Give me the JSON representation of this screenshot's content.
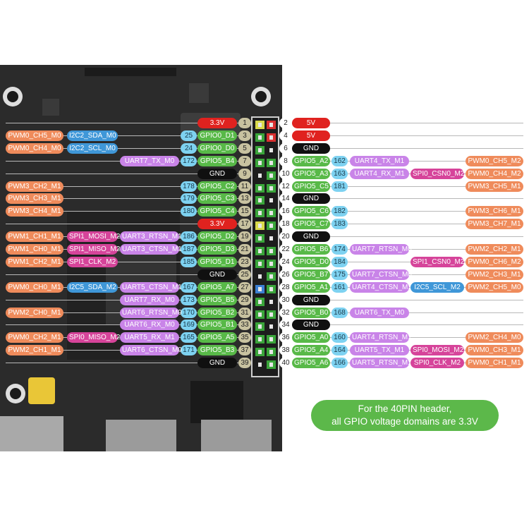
{
  "note": {
    "line1": "For the 40PIN header,",
    "line2": "all GPIO voltage domains are 3.3V"
  },
  "colors": {
    "pwm": "#ef8b5b",
    "i2c": "#3f97d8",
    "uart": "#c984e8",
    "spi": "#d6449a",
    "gpio_number": "#7ed2f1",
    "gpio": "#58b948",
    "gnd": "#101010",
    "power": "#e0221f",
    "note_bg": "#5cb84a"
  },
  "left_pins": [
    {
      "pin": "1",
      "name": "3.3V",
      "kind": "power3",
      "num": "",
      "funcs": []
    },
    {
      "pin": "3",
      "name": "GPIO0_D1",
      "kind": "gpio",
      "num": "25",
      "funcs": [
        {
          "t": "PWM0_CH5_M0",
          "k": "pwm"
        },
        {
          "t": "I2C2_SDA_M0",
          "k": "i2c"
        }
      ]
    },
    {
      "pin": "5",
      "name": "GPIO0_D0",
      "kind": "gpio",
      "num": "24",
      "funcs": [
        {
          "t": "PWM0_CH4_M0",
          "k": "pwm"
        },
        {
          "t": "I2C2_SCL_M0",
          "k": "i2c"
        }
      ]
    },
    {
      "pin": "7",
      "name": "GPIO5_B4",
      "kind": "gpio",
      "num": "172",
      "funcs": [
        {
          "t": "UART7_TX_M0",
          "k": "uart"
        }
      ]
    },
    {
      "pin": "9",
      "name": "GND",
      "kind": "gnd",
      "num": "",
      "funcs": []
    },
    {
      "pin": "11",
      "name": "GPIO5_C2",
      "kind": "gpio",
      "num": "178",
      "funcs": [
        {
          "t": "PWM3_CH2_M1",
          "k": "pwm"
        }
      ]
    },
    {
      "pin": "13",
      "name": "GPIO5_C3",
      "kind": "gpio",
      "num": "179",
      "funcs": [
        {
          "t": "PWM3_CH3_M1",
          "k": "pwm"
        }
      ]
    },
    {
      "pin": "15",
      "name": "GPIO5_C4",
      "kind": "gpio",
      "num": "180",
      "funcs": [
        {
          "t": "PWM3_CH4_M1",
          "k": "pwm"
        }
      ]
    },
    {
      "pin": "17",
      "name": "3.3V",
      "kind": "power3",
      "num": "",
      "funcs": []
    },
    {
      "pin": "19",
      "name": "GPIO5_D2",
      "kind": "gpio",
      "num": "186",
      "funcs": [
        {
          "t": "PWM1_CH1_M1",
          "k": "pwm"
        },
        {
          "t": "SPI1_MOSI_M2",
          "k": "spi"
        },
        {
          "t": "UART3_RTSN_M1",
          "k": "uart"
        }
      ]
    },
    {
      "pin": "21",
      "name": "GPIO5_D3",
      "kind": "gpio",
      "num": "187",
      "funcs": [
        {
          "t": "PWM1_CH0_M1",
          "k": "pwm"
        },
        {
          "t": "SPI1_MISO_M2",
          "k": "spi"
        },
        {
          "t": "UART3_CTSN_M1",
          "k": "uart"
        }
      ]
    },
    {
      "pin": "23",
      "name": "GPIO5_D1",
      "kind": "gpio",
      "num": "185",
      "funcs": [
        {
          "t": "PWM1_CH2_M1",
          "k": "pwm"
        },
        {
          "t": "SPI1_CLK_M2",
          "k": "spi"
        }
      ]
    },
    {
      "pin": "25",
      "name": "GND",
      "kind": "gnd",
      "num": "",
      "funcs": []
    },
    {
      "pin": "27",
      "name": "GPIO5_A7",
      "kind": "gpio",
      "num": "167",
      "funcs": [
        {
          "t": "PWM0_CH0_M1",
          "k": "pwm"
        },
        {
          "t": "I2C5_SDA_M2",
          "k": "i2c"
        },
        {
          "t": "UART5_CTSN_M1",
          "k": "uart"
        }
      ]
    },
    {
      "pin": "29",
      "name": "GPIO5_B5",
      "kind": "gpio",
      "num": "173",
      "funcs": [
        {
          "t": "UART7_RX_M0",
          "k": "uart"
        }
      ]
    },
    {
      "pin": "31",
      "name": "GPIO5_B2",
      "kind": "gpio",
      "num": "170",
      "funcs": [
        {
          "t": "PWM2_CH0_M1",
          "k": "pwm"
        },
        {
          "t": "UART6_RTSN_M0",
          "k": "uart"
        }
      ]
    },
    {
      "pin": "33",
      "name": "GPIO5_B1",
      "kind": "gpio",
      "num": "169",
      "funcs": [
        {
          "t": "UART6_RX_M0",
          "k": "uart"
        }
      ]
    },
    {
      "pin": "35",
      "name": "GPIO5_A5",
      "kind": "gpio",
      "num": "165",
      "funcs": [
        {
          "t": "PWM0_CH2_M1",
          "k": "pwm"
        },
        {
          "t": "SPI0_MISO_M2",
          "k": "spi"
        },
        {
          "t": "UART5_RX_M1",
          "k": "uart"
        }
      ]
    },
    {
      "pin": "37",
      "name": "GPIO5_B3",
      "kind": "gpio",
      "num": "171",
      "funcs": [
        {
          "t": "PWM2_CH1_M1",
          "k": "pwm"
        },
        {
          "t": "UART6_CTSN_M0",
          "k": "uart"
        }
      ]
    },
    {
      "pin": "39",
      "name": "GND",
      "kind": "gnd",
      "num": "",
      "funcs": []
    }
  ],
  "right_pins": [
    {
      "pin": "2",
      "name": "5V",
      "kind": "power5",
      "num": "",
      "funcs": []
    },
    {
      "pin": "4",
      "name": "5V",
      "kind": "power5",
      "num": "",
      "funcs": []
    },
    {
      "pin": "6",
      "name": "GND",
      "kind": "gnd",
      "num": "",
      "funcs": []
    },
    {
      "pin": "8",
      "name": "GPIO5_A2",
      "kind": "gpio",
      "num": "162",
      "funcs": [
        {
          "t": "UART4_TX_M1",
          "k": "uart"
        },
        {
          "t": "PWM0_CH5_M2",
          "k": "pwm"
        }
      ]
    },
    {
      "pin": "10",
      "name": "GPIO5_A3",
      "kind": "gpio",
      "num": "163",
      "funcs": [
        {
          "t": "UART4_RX_M1",
          "k": "uart"
        },
        {
          "t": "SPI0_CSN0_M2",
          "k": "spi"
        },
        {
          "t": "PWM0_CH4_M2",
          "k": "pwm"
        }
      ]
    },
    {
      "pin": "12",
      "name": "GPIO5_C5",
      "kind": "gpio",
      "num": "181",
      "funcs": [
        {
          "t": "PWM3_CH5_M1",
          "k": "pwm"
        }
      ]
    },
    {
      "pin": "14",
      "name": "GND",
      "kind": "gnd",
      "num": "",
      "funcs": []
    },
    {
      "pin": "16",
      "name": "GPIO5_C6",
      "kind": "gpio",
      "num": "182",
      "funcs": [
        {
          "t": "PWM3_CH6_M1",
          "k": "pwm"
        }
      ]
    },
    {
      "pin": "18",
      "name": "GPIO5_C7",
      "kind": "gpio",
      "num": "183",
      "funcs": [
        {
          "t": "PWM3_CH7_M1",
          "k": "pwm"
        }
      ]
    },
    {
      "pin": "20",
      "name": "GND",
      "kind": "gnd",
      "num": "",
      "funcs": []
    },
    {
      "pin": "22",
      "name": "GPIO5_B6",
      "kind": "gpio",
      "num": "174",
      "funcs": [
        {
          "t": "UART7_RTSN_M0",
          "k": "uart"
        },
        {
          "t": "PWM2_CH2_M1",
          "k": "pwm"
        }
      ]
    },
    {
      "pin": "24",
      "name": "GPIO5_D0",
      "kind": "gpio",
      "num": "184",
      "funcs": [
        {
          "t": "SPI1_CSN0_M2",
          "k": "spi"
        },
        {
          "t": "PWM0_CH6_M2",
          "k": "pwm"
        }
      ]
    },
    {
      "pin": "26",
      "name": "GPIO5_B7",
      "kind": "gpio",
      "num": "175",
      "funcs": [
        {
          "t": "UART7_CTSN_M0",
          "k": "uart"
        },
        {
          "t": "PWM2_CH3_M1",
          "k": "pwm"
        }
      ]
    },
    {
      "pin": "28",
      "name": "GPIO5_A1",
      "kind": "gpio",
      "num": "161",
      "funcs": [
        {
          "t": "UART4_CTSN_M1",
          "k": "uart"
        },
        {
          "t": "I2C5_SCL_M2",
          "k": "i2c"
        },
        {
          "t": "PWM2_CH5_M0",
          "k": "pwm"
        }
      ]
    },
    {
      "pin": "30",
      "name": "GND",
      "kind": "gnd",
      "num": "",
      "funcs": []
    },
    {
      "pin": "32",
      "name": "GPIO5_B0",
      "kind": "gpio",
      "num": "168",
      "funcs": [
        {
          "t": "UART6_TX_M0",
          "k": "uart"
        }
      ]
    },
    {
      "pin": "34",
      "name": "GND",
      "kind": "gnd",
      "num": "",
      "funcs": []
    },
    {
      "pin": "36",
      "name": "GPIO5_A0",
      "kind": "gpio",
      "num": "160",
      "funcs": [
        {
          "t": "UART4_RTSN_M1",
          "k": "uart"
        },
        {
          "t": "PWM2_CH4_M0",
          "k": "pwm"
        }
      ]
    },
    {
      "pin": "38",
      "name": "GPIO5_A4",
      "kind": "gpio",
      "num": "164",
      "funcs": [
        {
          "t": "UART5_TX_M1",
          "k": "uart"
        },
        {
          "t": "SPI0_MOSI_M2",
          "k": "spi"
        },
        {
          "t": "PWM0_CH3_M1",
          "k": "pwm"
        }
      ]
    },
    {
      "pin": "40",
      "name": "GPIO5_A6",
      "kind": "gpio",
      "num": "166",
      "funcs": [
        {
          "t": "UART5_RTSN_M1",
          "k": "uart"
        },
        {
          "t": "SPI0_CLK_M2",
          "k": "spi"
        },
        {
          "t": "PWM0_CH1_M1",
          "k": "pwm"
        }
      ]
    }
  ]
}
